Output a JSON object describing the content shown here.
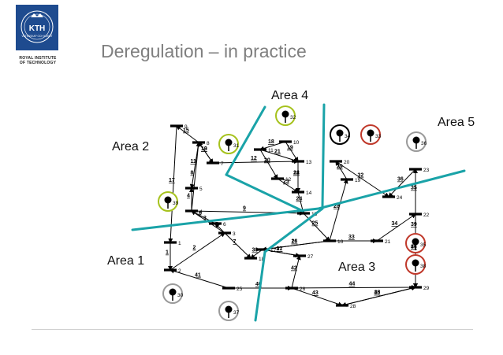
{
  "header": {
    "logo_text": "KTH",
    "logo_subtext": "VETENSKAP OCH KONST",
    "institution_line1": "ROYAL INSTITUTE",
    "institution_line2": "OF TECHNOLOGY",
    "title": "Deregulation – in practice"
  },
  "areas": [
    {
      "id": "area4",
      "label": "Area 4"
    },
    {
      "id": "area5",
      "label": "Area 5"
    },
    {
      "id": "area2",
      "label": "Area 2"
    },
    {
      "id": "area1",
      "label": "Area 1"
    },
    {
      "id": "area3",
      "label": "Area 3"
    }
  ],
  "diagram": {
    "bus_numbers": [
      "1",
      "2",
      "3",
      "4",
      "5",
      "6",
      "7",
      "8",
      "9",
      "10",
      "11",
      "12",
      "13",
      "14",
      "15",
      "16",
      "17",
      "18",
      "19",
      "20",
      "21",
      "22",
      "23",
      "24",
      "25",
      "26",
      "27",
      "28",
      "29"
    ],
    "generator_numbers": [
      "30",
      "31",
      "32",
      "33",
      "34",
      "35",
      "36",
      "37",
      "38",
      "39"
    ],
    "line_numbers": [
      "1",
      "2",
      "3",
      "4",
      "5",
      "6",
      "7",
      "8",
      "9",
      "10",
      "11",
      "12",
      "13",
      "14",
      "15",
      "16",
      "17",
      "18",
      "19",
      "20",
      "21",
      "22",
      "23",
      "24",
      "25",
      "26",
      "27",
      "28",
      "29",
      "30",
      "31",
      "32",
      "33",
      "34",
      "35",
      "36",
      "37",
      "38",
      "39",
      "40",
      "41",
      "42",
      "43",
      "44",
      "45",
      "46"
    ]
  },
  "colors": {
    "boundary": "#1aa3a8",
    "circle_green": "#a6c21d",
    "circle_red": "#c0392b",
    "circle_gray": "#9a9a9a",
    "circle_black": "#000000",
    "logo_blue": "#1e4b8f",
    "title_gray": "#7f7f7f"
  }
}
